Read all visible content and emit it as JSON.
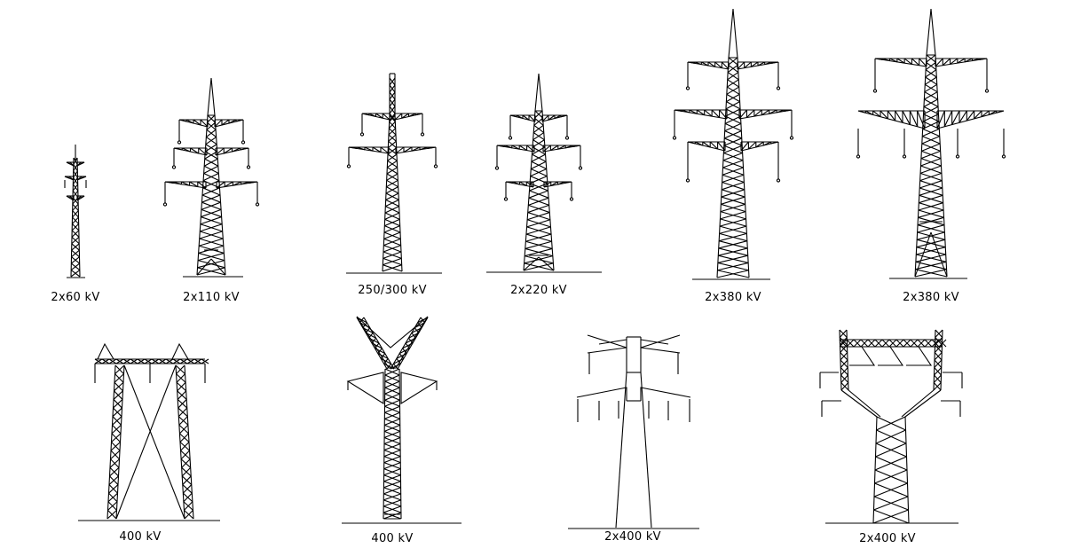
{
  "labels": {
    "t1": "2x60 kV",
    "t2": "2x110 kV",
    "t3": "250/300 kV",
    "t4": "2x220 kV",
    "t5": "2x380 kV",
    "t6": "2x380 kV",
    "t7": "400 kV",
    "t8": "400 kV",
    "t9": "2x400 kV",
    "t10": "2x400 kV"
  },
  "colors": {
    "ink": "#000000",
    "background": "#ffffff"
  }
}
